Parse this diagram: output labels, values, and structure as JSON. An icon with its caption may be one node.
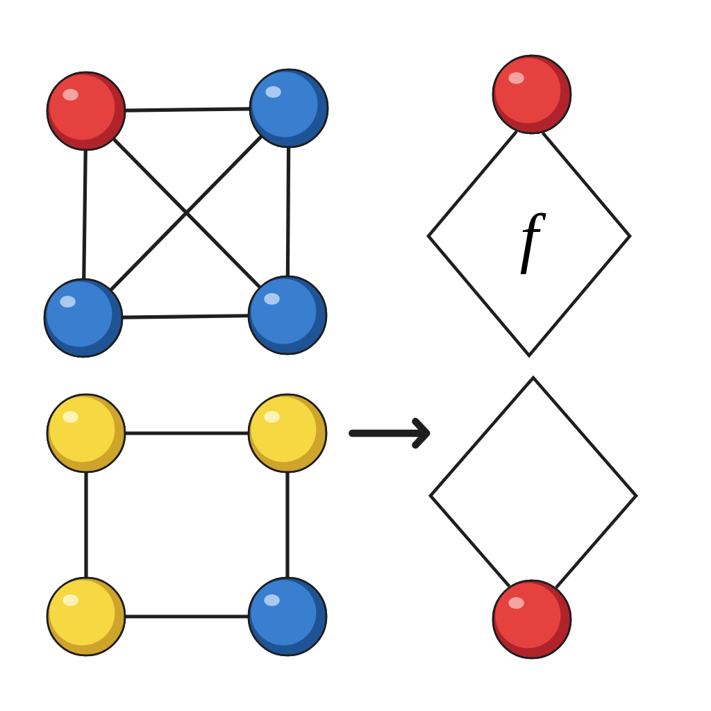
{
  "diagram": {
    "nodes": [
      {
        "text": [],
        "shape": "circle"
      },
      {
        "text": [],
        "shape": "circle"
      },
      {
        "text": [],
        "shape": "circle"
      },
      {
        "text": [],
        "shape": "circle"
      },
      {
        "text": [],
        "shape": "circle"
      },
      {
        "text": [],
        "shape": "circle"
      },
      {
        "text": [],
        "shape": "circle"
      },
      {
        "text": [],
        "shape": "circle"
      },
      {
        "text": [
          "f"
        ]
      },
      {
        "text": [],
        "shape": "circle"
      },
      {
        "text": [],
        "shape": "diamond"
      },
      {
        "text": [],
        "shape": "circle"
      }
    ],
    "edges": [
      {
        "from": 0,
        "to": 1,
        "arrow": "none"
      },
      {
        "from": 0,
        "to": 2,
        "arrow": "none"
      },
      {
        "from": 0,
        "to": 3,
        "arrow": "none"
      },
      {
        "from": 1,
        "to": 2,
        "arrow": "none"
      },
      {
        "from": 1,
        "to": 3,
        "arrow": "none"
      },
      {
        "from": 2,
        "to": 3,
        "arrow": "none"
      },
      {
        "from": 4,
        "to": 5,
        "arrow": "none"
      },
      {
        "from": 4,
        "to": 6,
        "arrow": "none"
      },
      {
        "from": 5,
        "to": 7,
        "arrow": "none"
      },
      {
        "from": 6,
        "to": 7,
        "arrow": "none"
      },
      {
        "from": 5,
        "to": 10,
        "arrow": "to",
        "style": "thick"
      }
    ]
  }
}
